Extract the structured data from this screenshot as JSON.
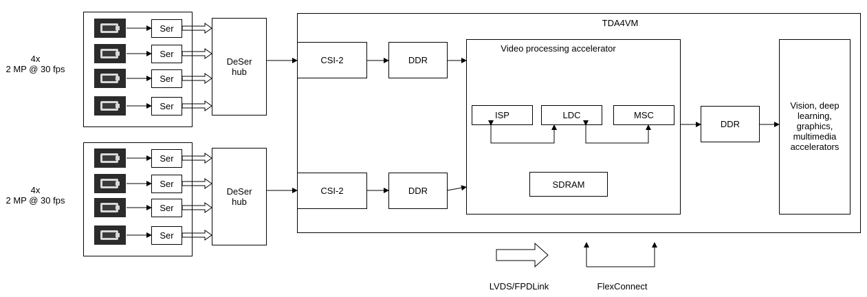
{
  "inputs": [
    {
      "count": "4x",
      "rate": "2 MP @ 30 fps",
      "serializers": [
        "Ser",
        "Ser",
        "Ser",
        "Ser"
      ],
      "hub": "DeSer\nhub"
    },
    {
      "count": "4x",
      "rate": "2 MP @ 30 fps",
      "serializers": [
        "Ser",
        "Ser",
        "Ser",
        "Ser"
      ],
      "hub": "DeSer\nhub"
    }
  ],
  "soc": {
    "title": "TDA4VM",
    "csi": [
      "CSI-2",
      "CSI-2"
    ],
    "ddr_in": [
      "DDR",
      "DDR"
    ],
    "vpac": {
      "title": "Video processing accelerator",
      "blocks": [
        "ISP",
        "LDC",
        "MSC"
      ],
      "memory": "SDRAM"
    },
    "ddr_out": "DDR",
    "accel": "Vision, deep\nlearning,\ngraphics,\nmultimedia\naccelerators"
  },
  "legend": {
    "lvds": "LVDS/FPDLink",
    "flex": "FlexConnect"
  }
}
